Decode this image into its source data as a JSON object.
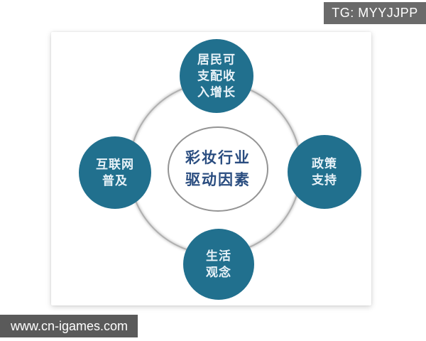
{
  "watermarks": {
    "top_right": "TG: MYYJJPP",
    "bottom_left": "www.cn-igames.com"
  },
  "diagram": {
    "center": {
      "label": "彩妆行业\n驱动因素"
    },
    "nodes": [
      {
        "position": "top",
        "label": "居民可\n支配收\n入增长"
      },
      {
        "position": "right",
        "label": "政策\n支持"
      },
      {
        "position": "bottom",
        "label": "生活\n观念"
      },
      {
        "position": "left",
        "label": "互联网\n普及"
      }
    ],
    "colors": {
      "node_fill": "#21708e",
      "node_text": "#e8f2f8",
      "center_text": "#2a4d80",
      "center_fill": "#ffffff",
      "center_stroke": "#949494",
      "ring_stroke": "#b0b0b0"
    }
  }
}
